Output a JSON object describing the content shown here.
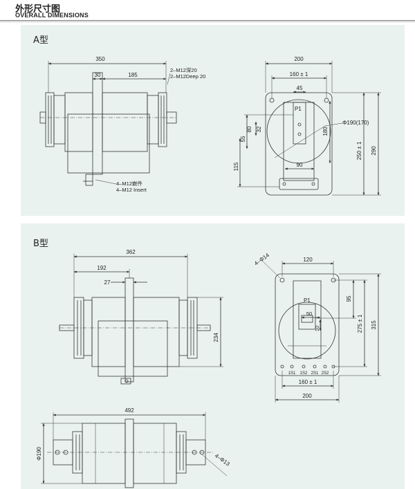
{
  "header": {
    "title_cn": "外形尺寸图",
    "title_en": "OVERALL DIMENSIONS"
  },
  "type_a": {
    "label": "A型",
    "side": {
      "dim_total": "350",
      "dim_a": "30",
      "dim_b": "185",
      "thread_note_cn": "2–M12深20",
      "thread_note_en": "2–M12Deep 20",
      "insert_note_cn": "4–M12嵌件",
      "insert_note_en": "4–M12 Insert"
    },
    "front": {
      "dim_width": "200",
      "dim_width_tol": "160 ± 1",
      "dim_45": "45",
      "terminal": "P1",
      "dim_80": "80",
      "dim_32": "32",
      "dim_55": "55",
      "dim_115": "115",
      "dim_180": "180",
      "dim_90": "90",
      "dim_dia": "Φ190(170)",
      "dim_250": "250 ± 1",
      "dim_290": "290"
    }
  },
  "type_b": {
    "label": "B型",
    "side": {
      "dim_total": "362",
      "dim_192": "192",
      "dim_27": "27",
      "dim_234": "234"
    },
    "front": {
      "hole_note": "4–Φ14",
      "dim_120": "120",
      "terminal": "P1",
      "dim_95": "95",
      "dim_50": "50",
      "dim_10": "10",
      "dim_275": "275 ± 1",
      "dim_315": "315",
      "term_1s1": "1S1",
      "term_1s2": "1S2",
      "term_2s1": "2S1",
      "term_2s2": "2S2",
      "dim_160": "160 ± 1",
      "dim_200": "200"
    },
    "top": {
      "dim_total": "492",
      "dim_dia": "Φ190",
      "hole_note": "4–Φ13"
    }
  }
}
